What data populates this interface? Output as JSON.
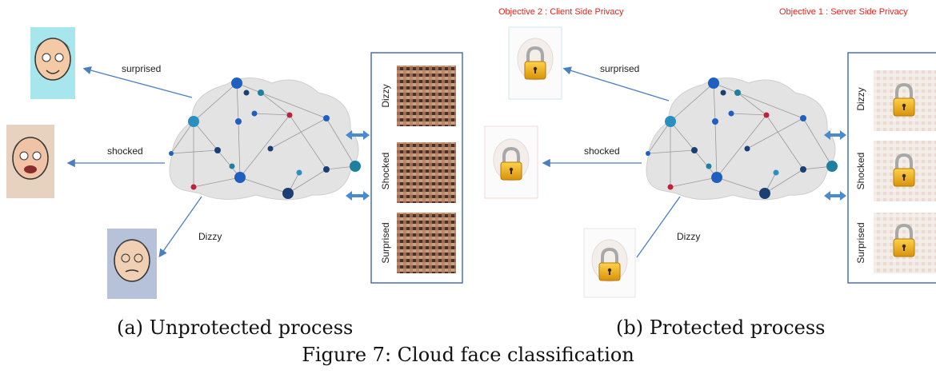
{
  "objectives": {
    "client": "Objective 2 : Client Side Privacy",
    "server": "Objective 1 : Server Side Privacy"
  },
  "left": {
    "arrows": {
      "surprised": "surprised",
      "shocked": "shocked",
      "dizzy": "Dizzy"
    },
    "dataset_labels": [
      "Dizzy",
      "Shocked",
      "Surprised"
    ]
  },
  "right": {
    "arrows": {
      "surprised": "surprised",
      "shocked": "shocked",
      "dizzy": "Dizzy"
    },
    "dataset_labels": [
      "Dizzy",
      "Shocked",
      "Surprised"
    ]
  },
  "captions": {
    "a": "(a) Unprotected process",
    "b": "(b) Protected process",
    "figure": "Figure 7: Cloud face classification"
  },
  "colors": {
    "arrow": "#4a7fc1",
    "objective": "#e0241b",
    "panel_border": "#4a6fb0",
    "node_dark": "#1b3f73",
    "node_blue": "#1f5fbf",
    "node_teal": "#1f7fa0",
    "node_red": "#c0213a",
    "cloud": "#e3e3e3",
    "lock_body": "#e7a712"
  },
  "icons": [
    "cartoon-face-icon",
    "cloud-network-icon",
    "padlock-icon",
    "double-arrow-icon"
  ]
}
